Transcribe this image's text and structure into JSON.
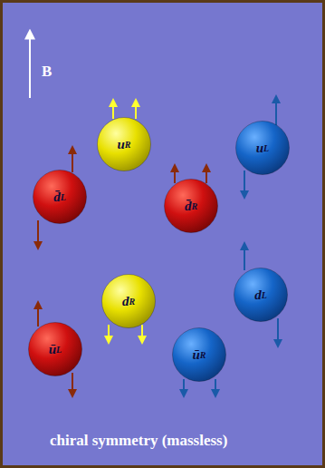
{
  "diagram": {
    "nodes": [
      {
        "text": [
          "uR"
        ]
      },
      {
        "text": [
          "uL"
        ]
      },
      {
        "text": [
          "d̄L"
        ]
      },
      {
        "text": [
          "d̄R"
        ]
      },
      {
        "text": [
          "dR"
        ]
      },
      {
        "text": [
          "dL"
        ]
      },
      {
        "text": [
          "ūL"
        ]
      },
      {
        "text": [
          "ūR"
        ]
      }
    ],
    "labels": [
      "B",
      "chiral symmetry (massless)"
    ]
  }
}
